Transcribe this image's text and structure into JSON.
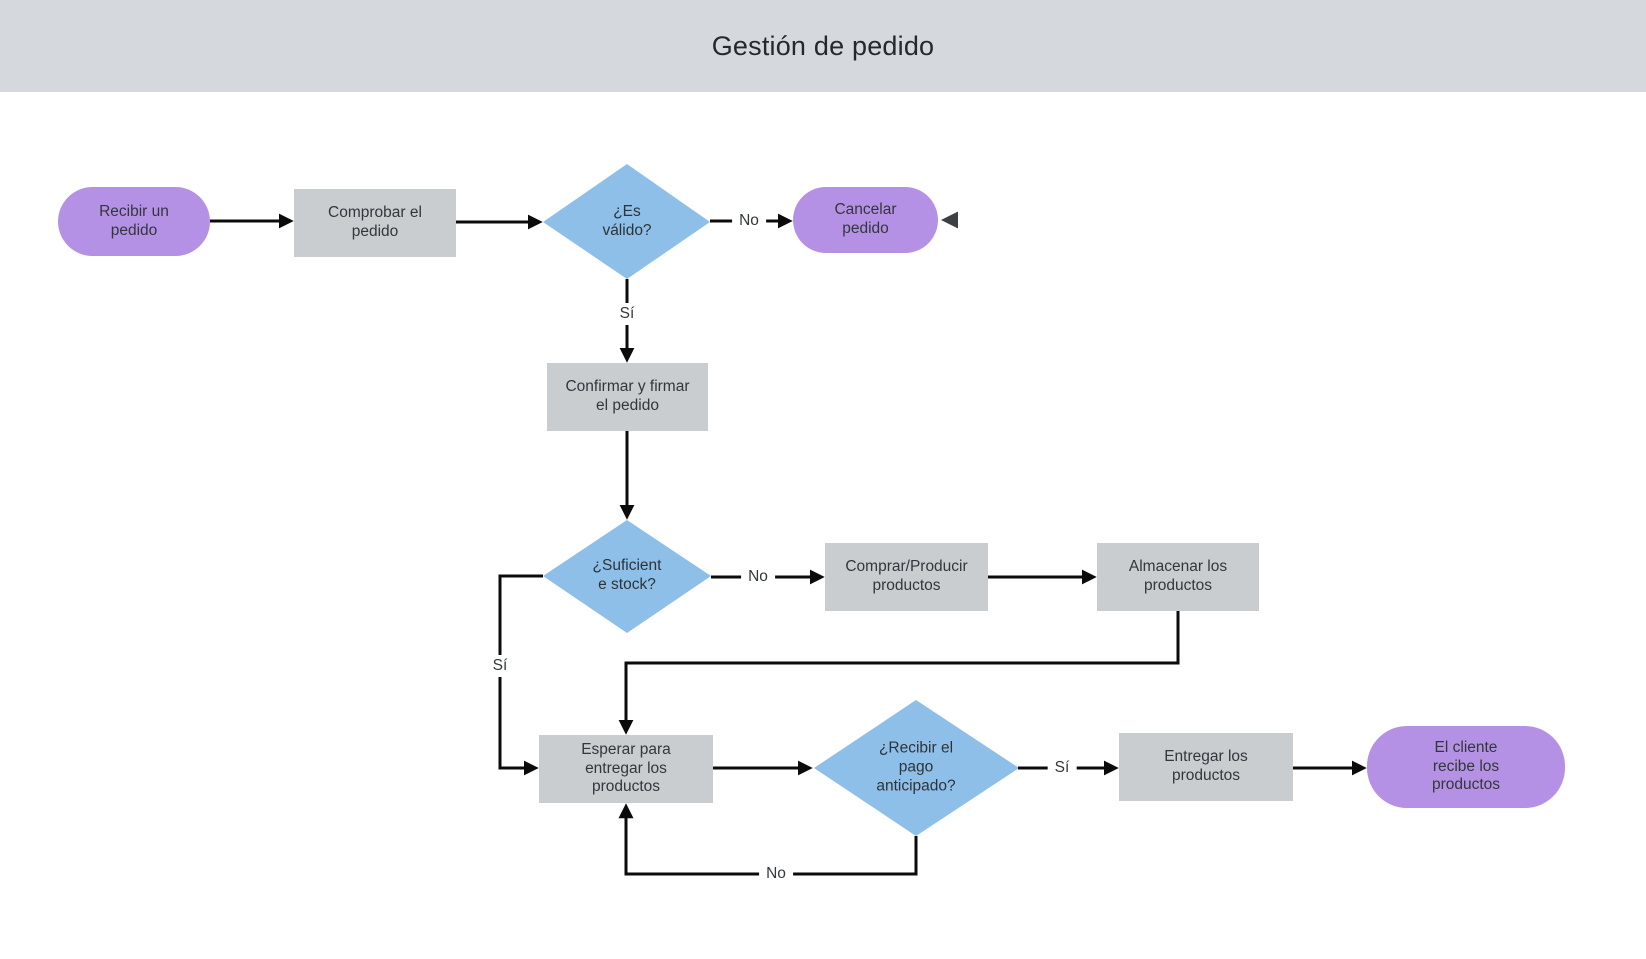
{
  "header": {
    "title": "Gestión de pedido"
  },
  "colors": {
    "header_bg": "#d5d8dc",
    "canvas_bg": "#ffffff",
    "process_fill": "#c9cdd0",
    "terminal_fill": "#b591e5",
    "decision_fill": "#8ebfe9",
    "connector": "#0b0b0b",
    "loose_arrowhead": "#3d4042",
    "text": "#33373c"
  },
  "nodes": {
    "recibir_pedido": {
      "type": "terminal",
      "label": "Recibir un\npedido"
    },
    "comprobar_pedido": {
      "type": "process",
      "label": "Comprobar el\npedido"
    },
    "es_valido": {
      "type": "decision",
      "label": "¿Es\nválido?"
    },
    "cancelar_pedido": {
      "type": "terminal",
      "label": "Cancelar\npedido"
    },
    "confirmar_firmar": {
      "type": "process",
      "label": "Confirmar y firmar\nel pedido"
    },
    "suficiente_stock": {
      "type": "decision",
      "label": "¿Suficient\ne stock?"
    },
    "comprar_producir": {
      "type": "process",
      "label": "Comprar/Producir\nproductos"
    },
    "almacenar_productos": {
      "type": "process",
      "label": "Almacenar los\nproductos"
    },
    "esperar_entregar": {
      "type": "process",
      "label": "Esperar para\nentregar los\nproductos"
    },
    "recibir_pago": {
      "type": "decision",
      "label": "¿Recibir el\npago\nanticipado?"
    },
    "entregar_productos": {
      "type": "process",
      "label": "Entregar los\nproductos"
    },
    "cliente_recibe": {
      "type": "terminal",
      "label": "El cliente\nrecibe los\nproductos"
    }
  },
  "edge_labels": {
    "es_valido_no": "No",
    "es_valido_si": "Sí",
    "stock_no": "No",
    "stock_si": "Sí",
    "pago_si": "Sí",
    "pago_no": "No"
  }
}
